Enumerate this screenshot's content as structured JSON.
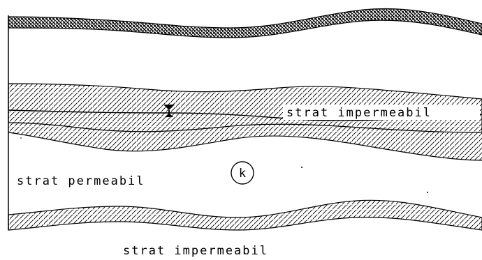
{
  "labels": {
    "upper_impermeable": "strat impermeabil",
    "permeable": "strat permeabil",
    "lower_impermeable": "strat impermeabil",
    "conductivity_symbol": "k"
  },
  "colors": {
    "line": "#000000",
    "background": "#ffffff"
  }
}
